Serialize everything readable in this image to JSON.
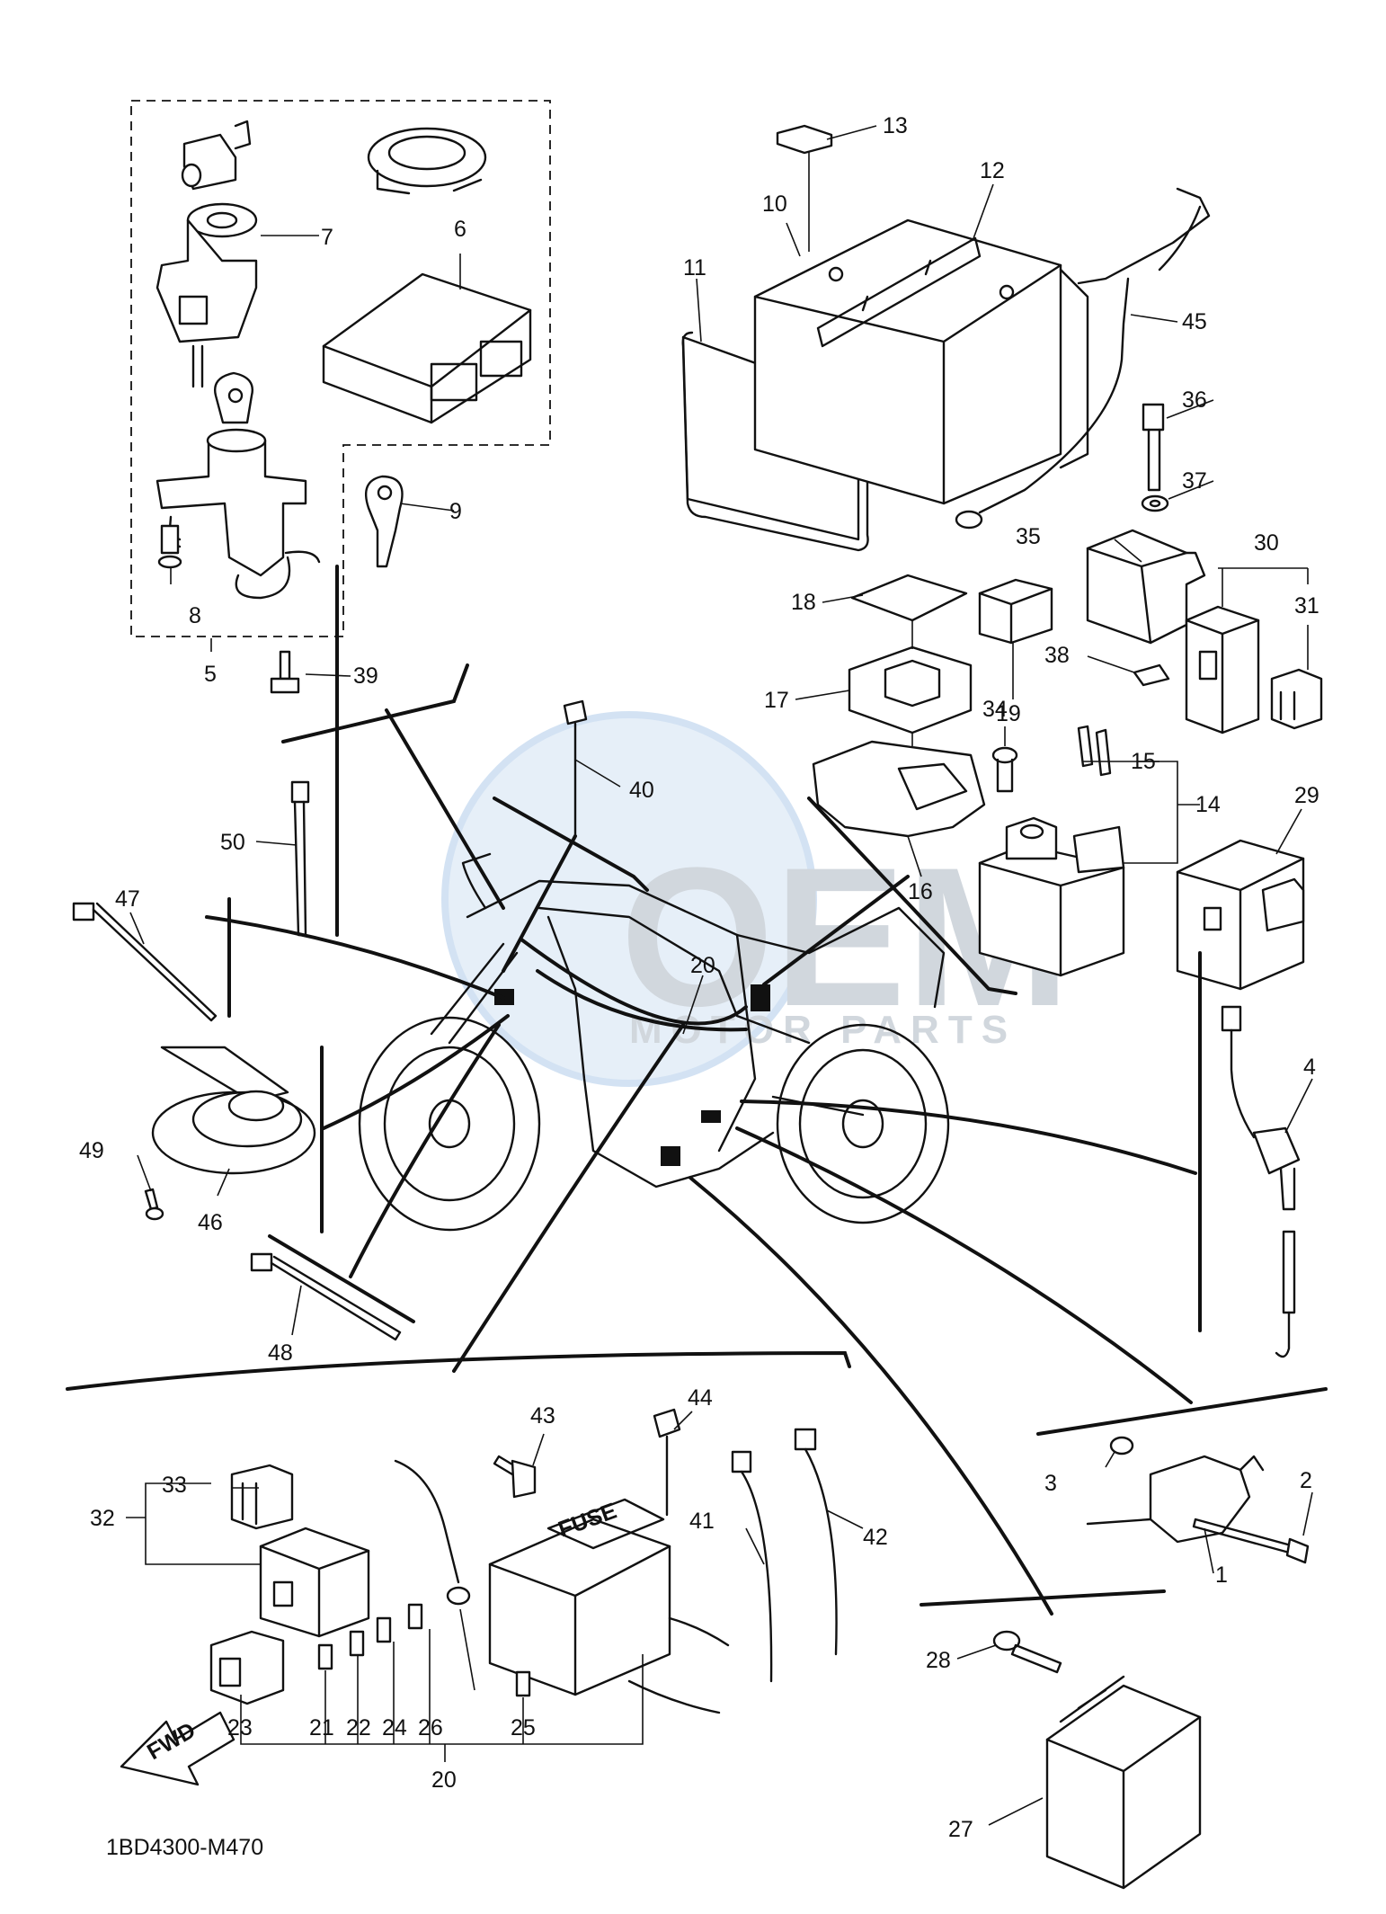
{
  "diagram": {
    "code": "1BD4300-M470",
    "fwd_label": "FWD",
    "fuse_label": "FUSE",
    "watermark": {
      "main": "OEM",
      "sub": "MOTOR PARTS"
    },
    "part_numbers": [
      "1",
      "2",
      "3",
      "4",
      "5",
      "6",
      "7",
      "8",
      "9",
      "10",
      "11",
      "12",
      "13",
      "14",
      "15",
      "16",
      "17",
      "18",
      "19",
      "20",
      "20",
      "21",
      "22",
      "23",
      "24",
      "25",
      "26",
      "27",
      "28",
      "29",
      "30",
      "31",
      "32",
      "33",
      "34",
      "35",
      "36",
      "37",
      "38",
      "39",
      "40",
      "41",
      "42",
      "43",
      "44",
      "45",
      "46",
      "47",
      "48",
      "49",
      "50"
    ]
  }
}
